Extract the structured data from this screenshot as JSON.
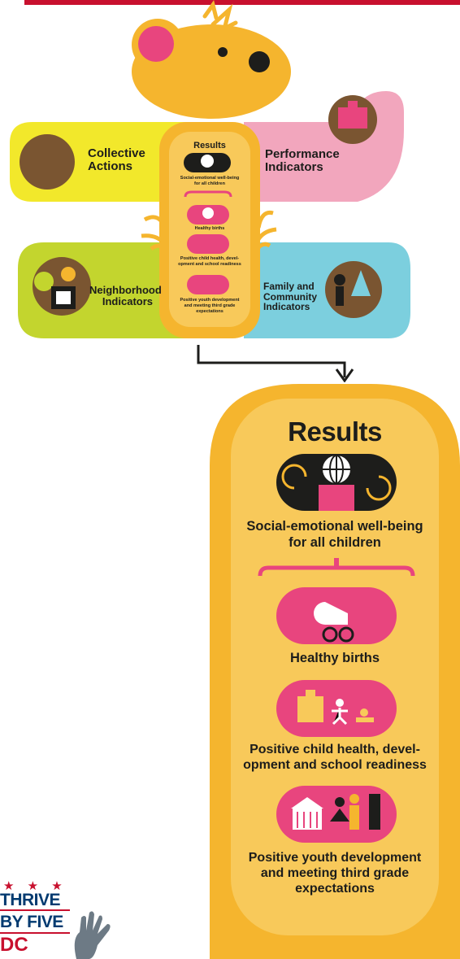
{
  "top_diagram": {
    "collective_actions": [
      "Collective",
      "Actions"
    ],
    "performance_indicators": [
      "Performance",
      "Indicators"
    ],
    "neighborhood_indicators": [
      "Neighborhood",
      "Indicators"
    ],
    "family_community_indicators": [
      "Family and",
      "Community",
      "Indicators"
    ],
    "results_title": "Results",
    "social_emotional": [
      "Social-emotional well-being",
      "for all children"
    ],
    "healthy_births": "Healthy births",
    "child_health": [
      "Positive child health, devel-",
      "opment and school readiness"
    ],
    "youth_development": [
      "Positive youth development",
      "and meeting third grade",
      "expectations"
    ]
  },
  "detail_panel": {
    "title": "Results",
    "social_emotional": [
      "Social-emotional well-being",
      "for all children"
    ],
    "healthy_births": "Healthy births",
    "child_health": [
      "Positive child health, devel-",
      "opment and school readiness"
    ],
    "youth_development": [
      "Positive youth development",
      "and meeting third grade",
      "expectations"
    ]
  },
  "logo": {
    "line1": "THRIVE",
    "line2": "BY FIVE",
    "line3": "DC",
    "stars": "★ ★ ★"
  },
  "colors": {
    "orange": "#f5b52e",
    "yellow": "#f2e82b",
    "pink": "#f2a6bd",
    "green": "#c3d52e",
    "blue": "#7ccfde",
    "magenta": "#e8457e",
    "red": "#c8102e",
    "brown": "#7a5531"
  }
}
